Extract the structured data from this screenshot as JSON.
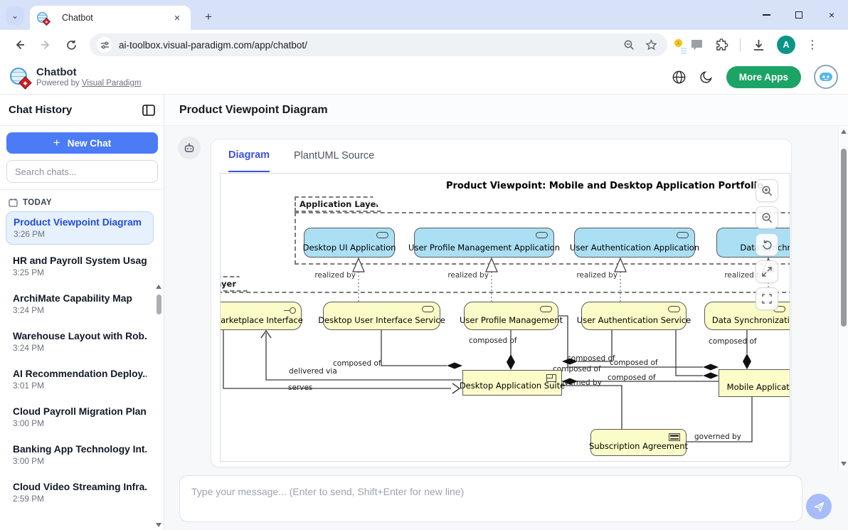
{
  "browser": {
    "tab_title": "Chatbot",
    "url": "ai-toolbox.visual-paradigm.com/app/chatbot/"
  },
  "glyphs": {
    "plus": "+",
    "close": "×",
    "kebab": "⋮",
    "avatar_letter": "A",
    "chevron": "⌄"
  },
  "header": {
    "app_name": "Chatbot",
    "powered_by": "Powered by",
    "powered_by_link": "Visual Paradigm",
    "more_apps": "More Apps"
  },
  "sidebar": {
    "title": "Chat History",
    "new_chat": "New Chat",
    "search_placeholder": "Search chats...",
    "section": "TODAY",
    "items": [
      {
        "title": "Product Viewpoint Diagram",
        "time": "3:26 PM",
        "active": true
      },
      {
        "title": "HR and Payroll System Usage",
        "time": "3:25 PM",
        "active": false
      },
      {
        "title": "ArchiMate Capability Map",
        "time": "3:24 PM",
        "active": false
      },
      {
        "title": "Warehouse Layout with Rob...",
        "time": "3:24 PM",
        "active": false
      },
      {
        "title": "AI Recommendation Deploy...",
        "time": "3:01 PM",
        "active": false
      },
      {
        "title": "Cloud Payroll Migration Plan",
        "time": "3:00 PM",
        "active": false
      },
      {
        "title": "Banking App Technology Int...",
        "time": "3:00 PM",
        "active": false
      },
      {
        "title": "Cloud Video Streaming Infra...",
        "time": "2:59 PM",
        "active": false
      }
    ]
  },
  "main": {
    "page_title": "Product Viewpoint Diagram",
    "tabs": {
      "diagram": "Diagram",
      "plantuml": "PlantUML Source"
    },
    "composer_placeholder": "Type your message... (Enter to send, Shift+Enter for new line)"
  },
  "diagram": {
    "title": "Product Viewpoint: Mobile and Desktop Application Portfolio",
    "groups": {
      "application_layer": "Application Layer",
      "clipped_layer": "ayer"
    },
    "nodes": {
      "app_components": [
        "Desktop UI Application",
        "User Profile Management Application",
        "User Authentication Application",
        "Data Synchronization"
      ],
      "services": [
        "Marketplace Interface",
        "Desktop User Interface Service",
        "User Profile Management",
        "User Authentication Service",
        "Data Synchronization"
      ],
      "products": [
        "Desktop Application Suite",
        "Mobile Application Suite"
      ],
      "contract": "Subscription Agreement"
    },
    "edges": {
      "realized_by": "realized by",
      "composed_of": "composed of",
      "delivered_via": "delivered via",
      "serves": "serves",
      "governed_by": "governed by"
    }
  },
  "colors": {
    "accent_blue": "#4b7bf5",
    "active_tab_blue": "#3f51e3",
    "node_blue": "#abdff3",
    "node_yellow": "#fcfcc8",
    "brand_green": "#1ca466",
    "avatar_teal": "#0d9488",
    "titlebar_blue": "#d7e2f9"
  }
}
